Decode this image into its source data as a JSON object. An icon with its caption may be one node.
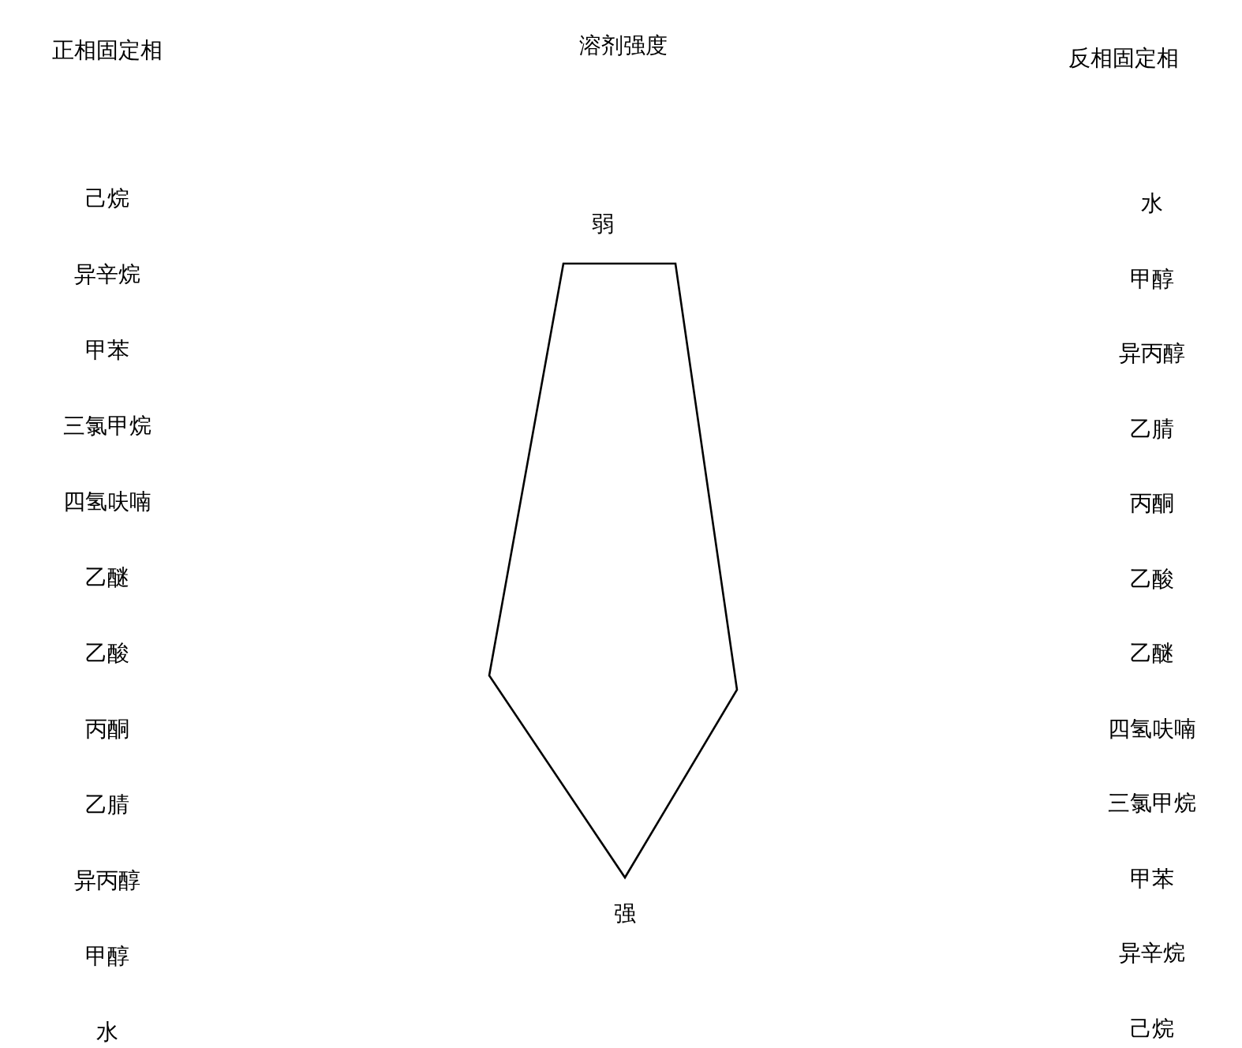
{
  "diagram": {
    "title": "溶剂强度",
    "nodes": [
      {
        "text": [],
        "shape": "pentagon"
      }
    ],
    "labels": [
      "正相固定相",
      "反相固定相",
      "己烷",
      "异辛烷",
      "甲苯",
      "三氯甲烷",
      "四氢呋喃",
      "乙醚",
      "乙酸",
      "丙酮",
      "乙腈",
      "异丙醇",
      "甲醇",
      "水",
      "水",
      "甲醇",
      "异丙醇",
      "乙腈",
      "丙酮",
      "乙酸",
      "乙醚",
      "四氢呋喃",
      "三氯甲烷",
      "甲苯",
      "异辛烷",
      "己烷",
      "弱",
      "强"
    ]
  }
}
